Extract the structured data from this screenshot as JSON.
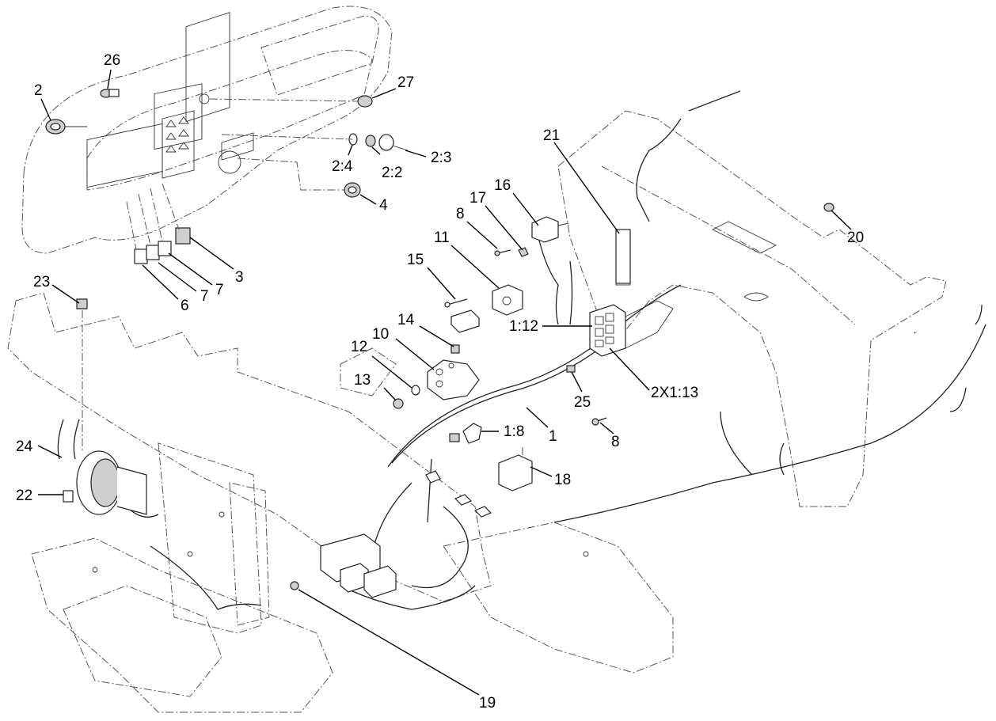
{
  "callouts": [
    {
      "id": "c26",
      "text": "26"
    },
    {
      "id": "c2",
      "text": "2"
    },
    {
      "id": "c27",
      "text": "27"
    },
    {
      "id": "c2_4",
      "text": "2:4"
    },
    {
      "id": "c2_2",
      "text": "2:2"
    },
    {
      "id": "c2_3",
      "text": "2:3"
    },
    {
      "id": "c4",
      "text": "4"
    },
    {
      "id": "c3",
      "text": "3"
    },
    {
      "id": "c7a",
      "text": "7"
    },
    {
      "id": "c7b",
      "text": "7"
    },
    {
      "id": "c6",
      "text": "6"
    },
    {
      "id": "c23",
      "text": "23"
    },
    {
      "id": "c21",
      "text": "21"
    },
    {
      "id": "c16",
      "text": "16"
    },
    {
      "id": "c17",
      "text": "17"
    },
    {
      "id": "c8a",
      "text": "8"
    },
    {
      "id": "c11",
      "text": "11"
    },
    {
      "id": "c15",
      "text": "15"
    },
    {
      "id": "c20",
      "text": "20"
    },
    {
      "id": "c1_12",
      "text": "1:12"
    },
    {
      "id": "c14",
      "text": "14"
    },
    {
      "id": "c10",
      "text": "10"
    },
    {
      "id": "c12",
      "text": "12"
    },
    {
      "id": "c13",
      "text": "13"
    },
    {
      "id": "c2x1_13",
      "text": "2X1:13"
    },
    {
      "id": "c25",
      "text": "25"
    },
    {
      "id": "c8b",
      "text": "8"
    },
    {
      "id": "c1",
      "text": "1"
    },
    {
      "id": "c1_8",
      "text": "1:8"
    },
    {
      "id": "c24",
      "text": "24"
    },
    {
      "id": "c22",
      "text": "22"
    },
    {
      "id": "c18",
      "text": "18"
    },
    {
      "id": "c19",
      "text": "19"
    }
  ]
}
